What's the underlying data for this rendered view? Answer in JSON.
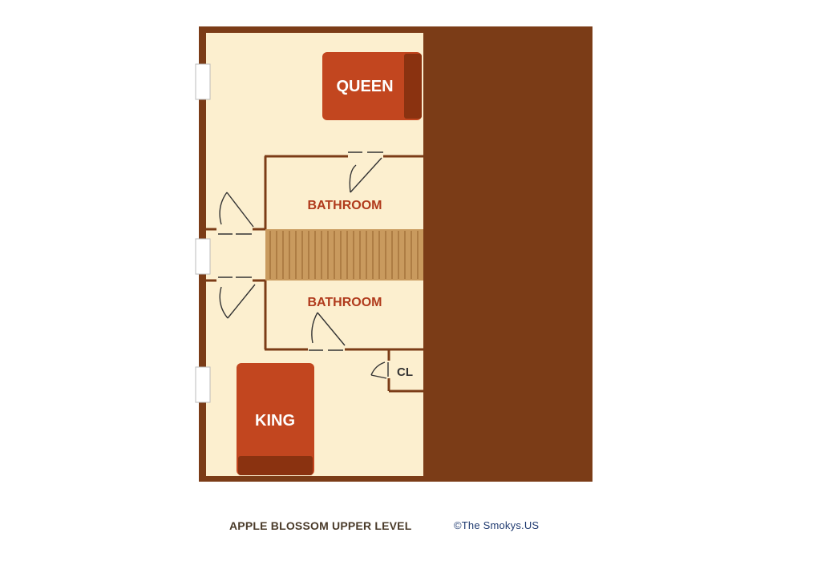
{
  "colors": {
    "frame": "#7b3c17",
    "floor": "#fcefcf",
    "wall": "#7b3c17",
    "bed": "#c2461f",
    "bed_headboard": "#7b2e10",
    "label_room": "#b03a1c",
    "label_bed": "#ffffff",
    "stairs": "#c99a5e",
    "stairs_line": "#9c6a33"
  },
  "rooms": {
    "queen": "QUEEN",
    "king": "KING",
    "bathroom_top": "BATHROOM",
    "bathroom_bottom": "BATHROOM",
    "closet": "CL"
  },
  "footer": {
    "title": "APPLE BLOSSOM UPPER LEVEL",
    "credit": "©The Smokys.US"
  }
}
